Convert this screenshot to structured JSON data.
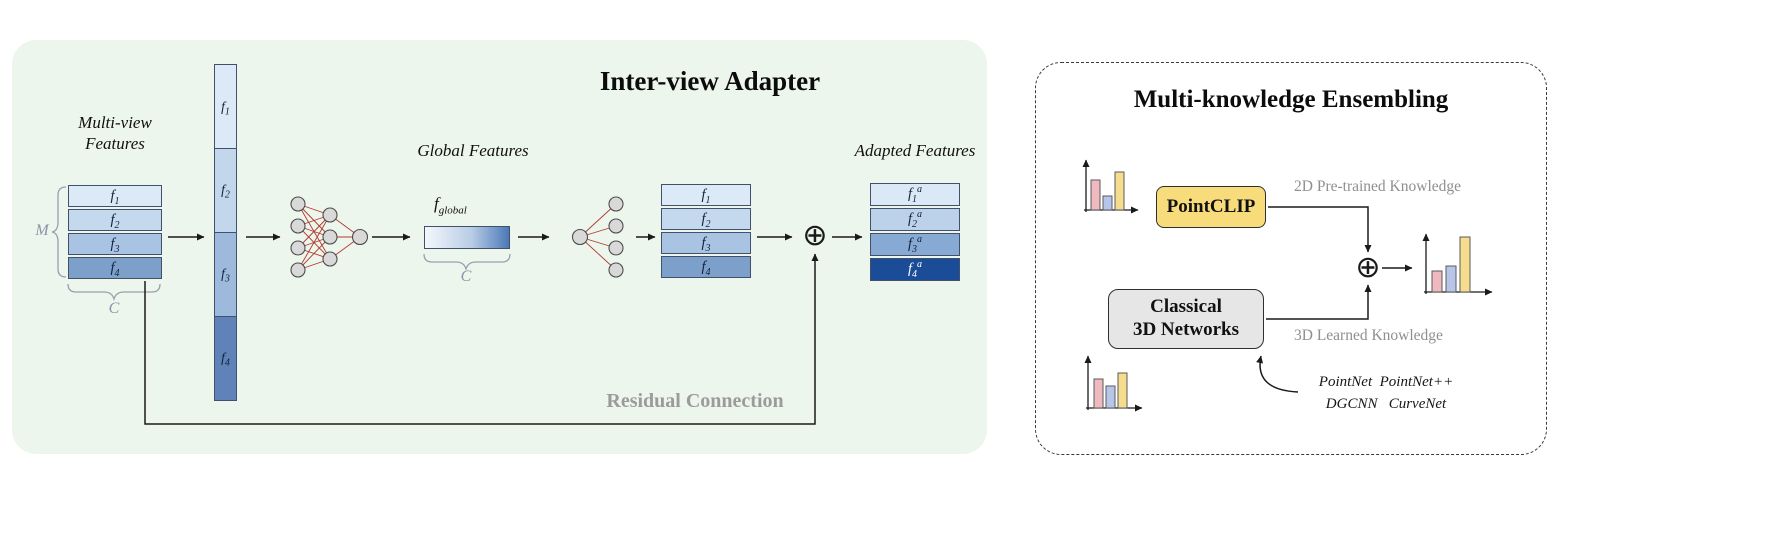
{
  "inter_view_adapter": {
    "title": "Inter-view Adapter",
    "multiview_label_line1": "Multi-view",
    "multiview_label_line2": "Features",
    "m_label": "M",
    "c_label": "C",
    "input_stack": [
      {
        "base": "f",
        "sub": "1"
      },
      {
        "base": "f",
        "sub": "2"
      },
      {
        "base": "f",
        "sub": "3"
      },
      {
        "base": "f",
        "sub": "4"
      }
    ],
    "concat_column": [
      {
        "base": "f",
        "sub": "1"
      },
      {
        "base": "f",
        "sub": "2"
      },
      {
        "base": "f",
        "sub": "3"
      },
      {
        "base": "f",
        "sub": "4"
      }
    ],
    "global_features_label": "Global Features",
    "global_feature": {
      "base": "f",
      "sub": "global"
    },
    "global_c_label": "C",
    "decoded_stack": [
      {
        "base": "f",
        "sub": "1"
      },
      {
        "base": "f",
        "sub": "2"
      },
      {
        "base": "f",
        "sub": "3"
      },
      {
        "base": "f",
        "sub": "4"
      }
    ],
    "adapted_features_label": "Adapted Features",
    "adapted_stack": [
      {
        "base": "f",
        "sub": "1",
        "sup": "a"
      },
      {
        "base": "f",
        "sub": "2",
        "sup": "a"
      },
      {
        "base": "f",
        "sub": "3",
        "sup": "a"
      },
      {
        "base": "f",
        "sub": "4",
        "sup": "a"
      }
    ],
    "residual_label": "Residual Connection"
  },
  "multi_knowledge": {
    "title": "Multi-knowledge Ensembling",
    "pointclip_label": "PointCLIP",
    "classical_line1": "Classical",
    "classical_line2": "3D Networks",
    "knowledge_2d": "2D Pre-trained Knowledge",
    "knowledge_3d": "3D Learned Knowledge",
    "networks_line1": "PointNet  PointNet++",
    "networks_line2": "DGCNN   CurveNet"
  },
  "icons": {
    "oplus": "⊕",
    "bar_chart": "bar-chart-icon"
  },
  "colors": {
    "left_panel_bg": "#edf6ec",
    "box_border": "#42506b",
    "feature_blues": [
      "#dce9f6",
      "#c5d9ee",
      "#a9c4e3",
      "#7da0cb"
    ],
    "column_blues": [
      "#dce9f7",
      "#c2d6ec",
      "#9dbadc",
      "#5f83b8"
    ],
    "adapted_blues": [
      "#dbe8f6",
      "#bcd2eb",
      "#86aad4",
      "#1b4c97"
    ],
    "gradient_start": "#f4f7fb",
    "gradient_end": "#4c79b7",
    "nn_node_fill": "#d9d9d9",
    "nn_edge_red": "#b03a2e",
    "pointclip_bg": "#f8db7b",
    "classical_bg": "#e6e6e6",
    "bar_pink": "#f0b9c0",
    "bar_blue": "#b7c6e8",
    "bar_yellow": "#f6dd8e",
    "muted_text": "#8f8f8f"
  }
}
